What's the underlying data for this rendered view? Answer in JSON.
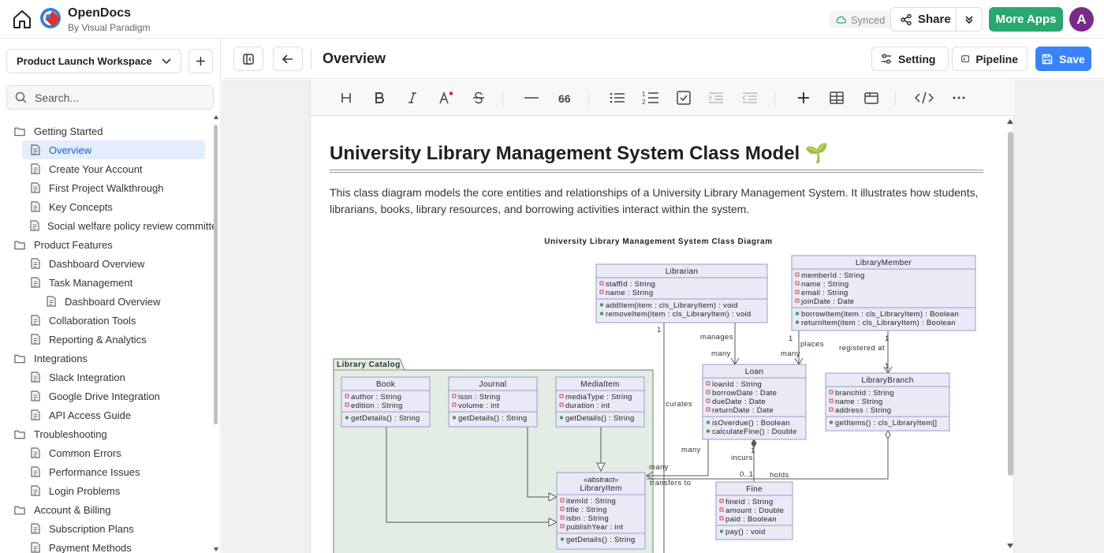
{
  "app": {
    "name": "OpenDocs",
    "subtitle": "By Visual Paradigm"
  },
  "header": {
    "synced": "Synced",
    "share": "Share",
    "more_apps": "More Apps",
    "avatar_initial": "A"
  },
  "sidebar": {
    "workspace": "Product Launch Workspace",
    "search_placeholder": "Search...",
    "items": [
      {
        "label": "Getting Started",
        "type": "folder",
        "level": 0
      },
      {
        "label": "Overview",
        "type": "doc",
        "level": 1,
        "active": true
      },
      {
        "label": "Create Your Account",
        "type": "doc",
        "level": 1
      },
      {
        "label": "First Project Walkthrough",
        "type": "doc",
        "level": 1
      },
      {
        "label": "Key Concepts",
        "type": "doc",
        "level": 1
      },
      {
        "label": "Social welfare policy review committee",
        "type": "doc",
        "level": 1
      },
      {
        "label": "Product Features",
        "type": "folder",
        "level": 0
      },
      {
        "label": "Dashboard Overview",
        "type": "doc",
        "level": 1
      },
      {
        "label": "Task Management",
        "type": "doc",
        "level": 1
      },
      {
        "label": "Dashboard Overview",
        "type": "doc",
        "level": 2
      },
      {
        "label": "Collaboration Tools",
        "type": "doc",
        "level": 1
      },
      {
        "label": "Reporting & Analytics",
        "type": "doc",
        "level": 1
      },
      {
        "label": "Integrations",
        "type": "folder",
        "level": 0
      },
      {
        "label": "Slack Integration",
        "type": "doc",
        "level": 1
      },
      {
        "label": "Google Drive Integration",
        "type": "doc",
        "level": 1
      },
      {
        "label": "API Access Guide",
        "type": "doc",
        "level": 1
      },
      {
        "label": "Troubleshooting",
        "type": "folder",
        "level": 0
      },
      {
        "label": "Common Errors",
        "type": "doc",
        "level": 1
      },
      {
        "label": "Performance Issues",
        "type": "doc",
        "level": 1
      },
      {
        "label": "Login Problems",
        "type": "doc",
        "level": 1
      },
      {
        "label": "Account & Billing",
        "type": "folder",
        "level": 0
      },
      {
        "label": "Subscription Plans",
        "type": "doc",
        "level": 1
      },
      {
        "label": "Payment Methods",
        "type": "doc",
        "level": 1
      }
    ]
  },
  "main": {
    "page_title": "Overview",
    "setting": "Setting",
    "pipeline": "Pipeline",
    "save": "Save"
  },
  "document": {
    "title": "University Library Management System Class Model",
    "title_emoji": "🌱",
    "intro": "This class diagram models the core entities and relationships of a University Library Management System. It illustrates how students, librarians, books, library resources, and borrowing activities interact within the system."
  },
  "diagram": {
    "title": "University Library Management System Class Diagram",
    "package": "Library Catalog",
    "classes": {
      "librarian": {
        "name": "Librarian",
        "attrs": [
          "staffId : String",
          "name : String"
        ],
        "ops": [
          "addItem(item : cls_LibraryItem) : void",
          "removeItem(item : cls_LibraryItem) : void"
        ]
      },
      "member": {
        "name": "LibraryMember",
        "attrs": [
          "memberId : String",
          "name : String",
          "email : String",
          "joinDate : Date"
        ],
        "ops": [
          "borrowItem(item : cls_LibraryItem) : Boolean",
          "returnItem(item : cls_LibraryItem) : Boolean"
        ]
      },
      "loan": {
        "name": "Loan",
        "attrs": [
          "loanId : String",
          "borrowDate : Date",
          "dueDate : Date",
          "returnDate : Date"
        ],
        "ops": [
          "isOverdue() : Boolean",
          "calculateFine() : Double"
        ]
      },
      "branch": {
        "name": "LibraryBranch",
        "attrs": [
          "branchId : String",
          "name : String",
          "address : String"
        ],
        "ops": [
          "getItems() : cls_LibraryItem[]"
        ]
      },
      "book": {
        "name": "Book",
        "attrs": [
          "author : String",
          "edition : String"
        ],
        "ops": [
          "getDetails() : String"
        ]
      },
      "journal": {
        "name": "Journal",
        "attrs": [
          "issn : String",
          "volume : int"
        ],
        "ops": [
          "getDetails() : String"
        ]
      },
      "media": {
        "name": "MediaItem",
        "attrs": [
          "mediaType : String",
          "duration : int"
        ],
        "ops": [
          "getDetails() : String"
        ]
      },
      "item": {
        "stereotype": "«abstract»",
        "name": "LibraryItem",
        "attrs": [
          "itemId : String",
          "title : String",
          "isbn : String",
          "publishYear : int"
        ],
        "ops": [
          "getDetails() : String"
        ]
      },
      "fine": {
        "name": "Fine",
        "attrs": [
          "fineId : String",
          "amount : Double",
          "paid : Boolean"
        ],
        "ops": [
          "pay() : void"
        ]
      }
    },
    "labels": {
      "manages": "manages",
      "places": "places",
      "registered_at": "registered at",
      "curates": "curates",
      "incurs": "incurs",
      "holds": "holds",
      "many": "many",
      "one": "1",
      "zero_one": "0..1",
      "transfers_to": "transfers to"
    }
  },
  "colors": {
    "accent": "#3a82f7",
    "more_apps": "#2aa771",
    "avatar": "#7b2a8c",
    "class_fill": "#eaeaf7",
    "class_border": "#9a9ac8",
    "package_fill": "#e4ede4",
    "package_border": "#7d9a7d"
  }
}
